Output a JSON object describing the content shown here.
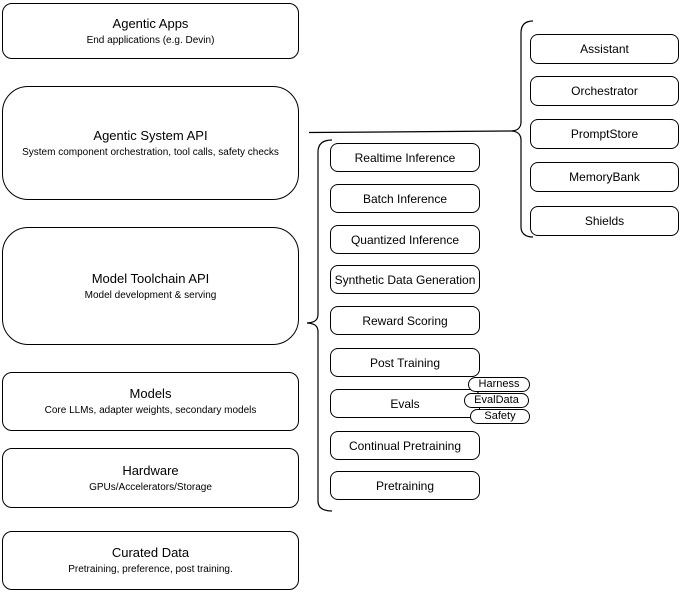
{
  "diagram": {
    "layers": [
      {
        "title": "Agentic Apps",
        "subtitle": "End applications (e.g. Devin)"
      },
      {
        "title": "Agentic System API",
        "subtitle": "System component orchestration, tool calls, safety checks"
      },
      {
        "title": "Model Toolchain API",
        "subtitle": "Model development & serving"
      },
      {
        "title": "Models",
        "subtitle": "Core LLMs, adapter weights, secondary models"
      },
      {
        "title": "Hardware",
        "subtitle": "GPUs/Accelerators/Storage"
      },
      {
        "title": "Curated Data",
        "subtitle": "Pretraining, preference, post training."
      }
    ],
    "toolchain_services": [
      "Realtime Inference",
      "Batch Inference",
      "Quantized Inference",
      "Synthetic Data Generation",
      "Reward Scoring",
      "Post Training",
      "Evals",
      "Continual Pretraining",
      "Pretraining"
    ],
    "eval_tags": [
      "Harness",
      "EvalData",
      "Safety"
    ],
    "system_components": [
      "Assistant",
      "Orchestrator",
      "PromptStore",
      "MemoryBank",
      "Shields"
    ],
    "colors": {
      "stroke": "#000000",
      "fill": "#ffffff",
      "text": "#000000",
      "background": "#ffffff"
    }
  }
}
